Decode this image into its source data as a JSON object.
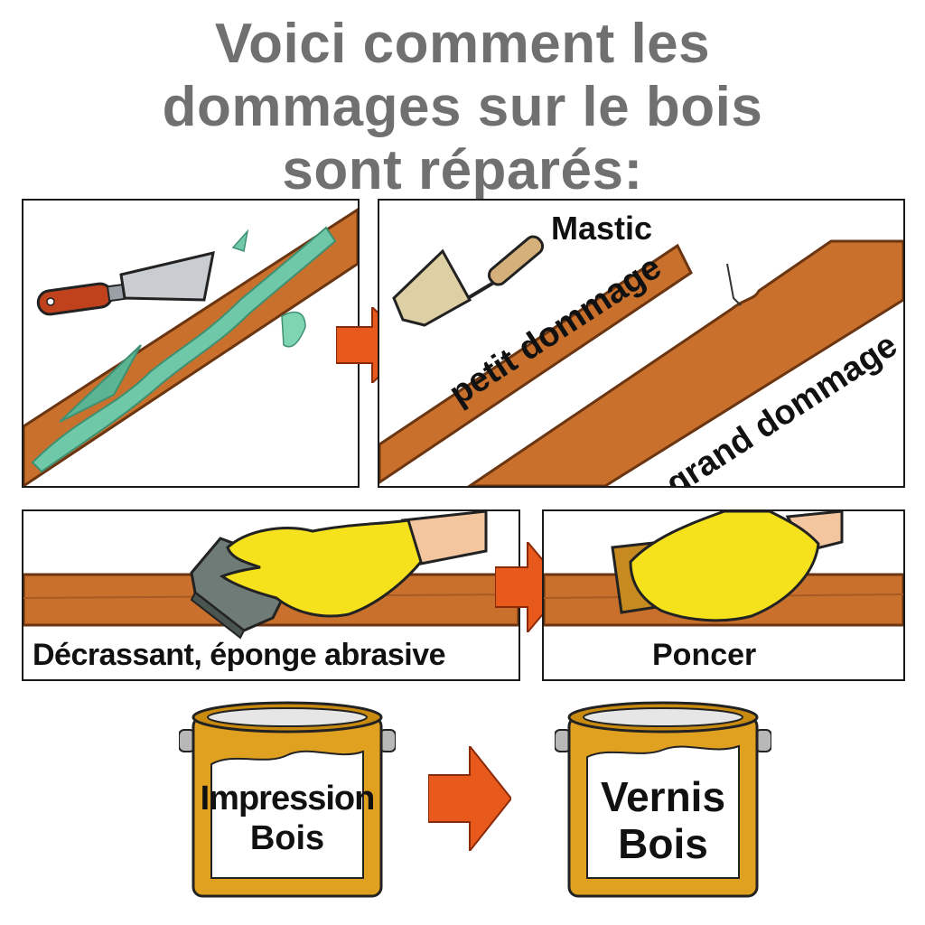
{
  "title": {
    "line1": "Voici comment les",
    "line2": "dommages sur le bois",
    "line3": "sont réparés:"
  },
  "steps": {
    "mastic": "Mastic",
    "petit_dommage": "petit dommage",
    "grand_dommage": "grand dommage",
    "decrassant": "Décrassant, éponge abrasive",
    "poncer": "Poncer"
  },
  "cans": {
    "impression": {
      "line1": "Impression",
      "line2": "Bois"
    },
    "vernis": {
      "line1": "Vernis",
      "line2": "Bois"
    }
  },
  "colors": {
    "wood": "#c8702c",
    "wood_dark": "#8a4a1a",
    "filler": "#6fc9a8",
    "arrow": "#e85a1c",
    "glove": "#f5e21c",
    "can_gold": "#e0a020",
    "title_gray": "#707070"
  }
}
